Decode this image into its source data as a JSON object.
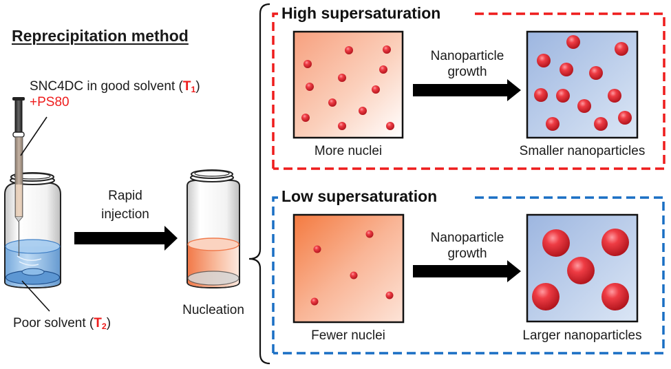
{
  "title": "Reprecipitation method",
  "left": {
    "syringe_label": {
      "prefix": "SNC4DC in good solvent (",
      "temp": "T",
      "temp_sub": "1",
      "suffix": ")"
    },
    "additive_label": "+PS80",
    "poor_solvent_label": {
      "prefix": "Poor solvent (",
      "temp": "T",
      "temp_sub": "2",
      "suffix": ")"
    },
    "injection_arrow_label": [
      "Rapid",
      "injection"
    ],
    "nucleation_label": "Nucleation"
  },
  "panels": [
    {
      "id": "high",
      "heading": "High supersaturation",
      "border_color": "#ee1c1c",
      "nuclei_label": "More nuclei",
      "growth_label": [
        "Nanoparticle",
        "growth"
      ],
      "result_label": "Smaller nanoparticles",
      "nuclei_count": 12,
      "particle_count": 12,
      "particle_size": "small"
    },
    {
      "id": "low",
      "heading": "Low supersaturation",
      "border_color": "#1a6fc4",
      "nuclei_label": "Fewer nuclei",
      "growth_label": [
        "Nanoparticle",
        "growth"
      ],
      "result_label": "Larger nanoparticles",
      "nuclei_count": 5,
      "particle_count": 5,
      "particle_size": "large"
    }
  ],
  "colors": {
    "accent_red": "#ee1c1c",
    "accent_blue": "#1a6fc4",
    "particle": "#e8303a",
    "nuclei_bg": "#f7a07a",
    "particles_bg": "#a9c0e4",
    "poor_solvent": "#8fbde8",
    "nucleation_liquid": "#f4906a"
  }
}
